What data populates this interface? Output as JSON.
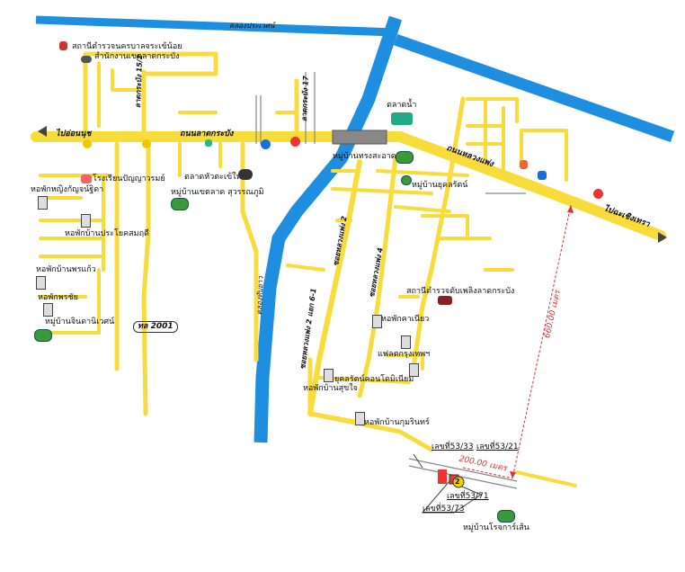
{
  "colors": {
    "road": "#f7dc3c",
    "canal": "#1e8fe0",
    "dim": "#e03030",
    "bg": "#ffffff"
  },
  "canals": {
    "top": "คลองประเวศน์",
    "vertical": "คลองทับยาว"
  },
  "roads": {
    "main": "ถนนลาดกระบัง",
    "left_end": "ไปอ่อนนุช",
    "upper_right": "ถนนหลวงแพ่ง",
    "right_end": "ไปฉะเชิงเทรา",
    "soi_15_2": "ลาดกระบัง 15/2",
    "soi_17": "ลาดกระบัง 17",
    "luang_2": "ซอยหลวงแพ่ง 2",
    "luang_4": "ซอยหลวงแพ่ง 4",
    "luang_2_6_1": "ซอยหลวงแพ่ง 2 แยก 6-1",
    "route_2001": "ทล 2001"
  },
  "places": {
    "police": "สถานีตำรวจนครบาลจระเข้น้อย",
    "district": "สำนักงานเขตลาดกระบัง",
    "school": "โรงเรียนปัญญาวรมย์",
    "dorm_women": "หอพักหญิงกัญจน์ฐิดา",
    "dorm_prayod": "หอพักบ้านประโยคสมฤดี",
    "dorm_pornkaew": "หอพักบ้านพรแก้ว",
    "dorm_pornchai": "หอพักพรชัย",
    "village_jinda": "หมู่บ้านจินดานิเวศน์",
    "market_huataket": "ตลาดหัวตะเข้ใหม่",
    "village_khetlad": "หมู่บ้านเขตลาด สุวรรณภูมิ",
    "market_water": "ตลาดน้ำ",
    "village_thongsa": "หมู่บ้านทรงสะอาด",
    "village_yudrat": "หมู่บ้านยุคลรัตน์",
    "police_chalong": "สถานีตำรวจดับเพลิงลาดกระบัง",
    "dorm_kanniya": "หอพักคาเนียว",
    "flat_krungthep": "แฟลตกรุงเทพฯ",
    "condo_yukon": "ยุคลรัตน์คอนโดมิเนียม",
    "dorm_sukjai": "หอพักบ้านสุขใจ",
    "dorm_kumrin": "หอพักบ้านกุมรินทร์",
    "village_rojkarn": "หมู่บ้านโรจการ์เส้น",
    "plot_53_33": "เลขที่53/33",
    "plot_53_21": "เลขที่53/21",
    "plot_53_71": "เลขที่53/71",
    "plot_53_73": "เลขที่53/73",
    "marker": "2"
  },
  "distances": {
    "horizontal": "200.00 เมตร",
    "vertical": "660.00 เมตร"
  }
}
